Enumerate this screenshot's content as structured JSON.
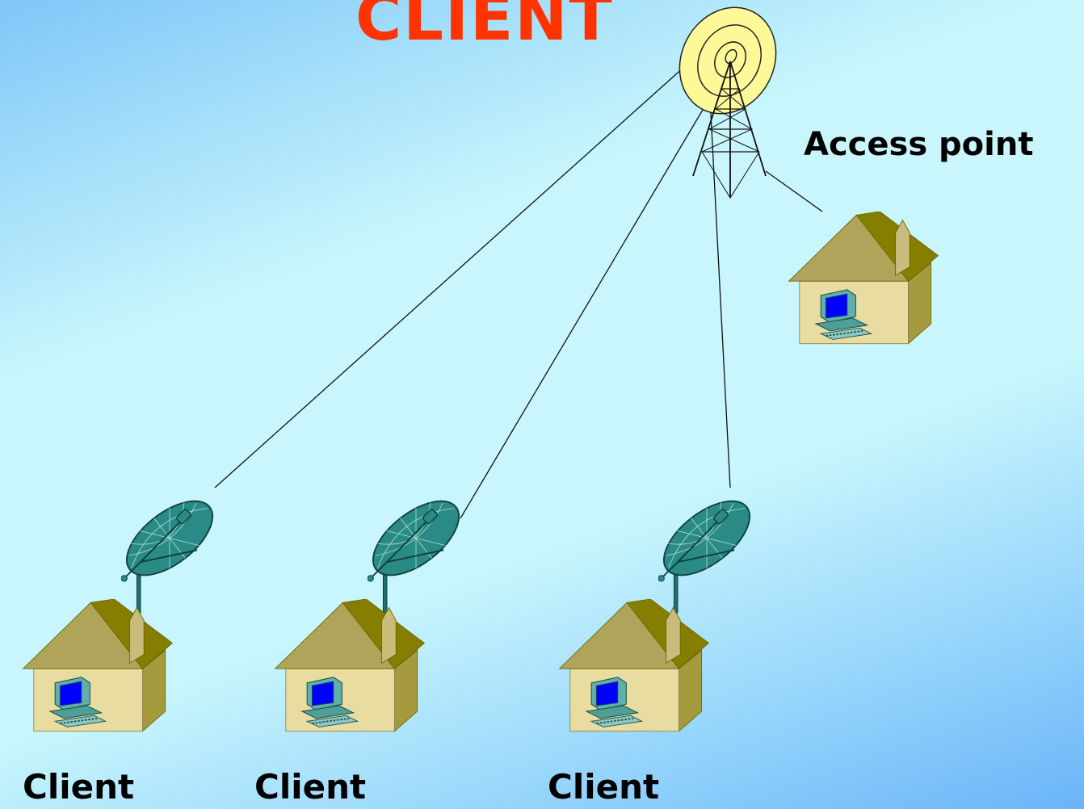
{
  "title": "CLIENT",
  "access_point_label": "Access point",
  "clients": [
    {
      "label": "Client"
    },
    {
      "label": "Client"
    },
    {
      "label": "Client"
    }
  ],
  "colors": {
    "title": "#ff3300",
    "house_wall": "#e8dca0",
    "house_roof": "#b0a45a",
    "house_roof_dark": "#867e00",
    "dish": "#2a8a86",
    "monitor_screen": "#0000ff",
    "tower_signal": "#fdf898"
  }
}
